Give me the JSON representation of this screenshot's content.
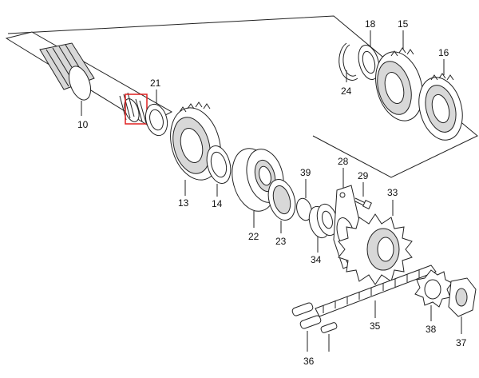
{
  "diagram": {
    "labels": {
      "p10": "10",
      "p13": "13",
      "p14": "14",
      "p15": "15",
      "p16": "16",
      "p18": "18",
      "p21": "21",
      "p22": "22",
      "p23": "23",
      "p24": "24",
      "p28": "28",
      "p29": "29",
      "p33": "33",
      "p34": "34",
      "p35": "35",
      "p36": "36",
      "p37": "37",
      "p38": "38",
      "p39": "39"
    },
    "highlight_color": "#e02020",
    "highlighted_part": "p10"
  }
}
